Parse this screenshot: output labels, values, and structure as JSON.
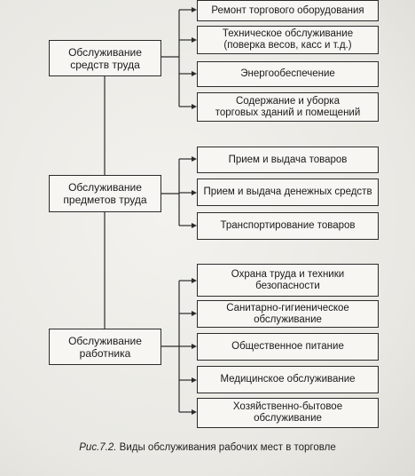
{
  "groups": [
    {
      "title": "Обслуживание\nсредств труда",
      "items": [
        "Ремонт торгового оборудования",
        "Техническое обслуживание\n(поверка весов, касс и т.д.)",
        "Энергообеспечение",
        "Содержание и уборка\nторговых зданий и помещений"
      ]
    },
    {
      "title": "Обслуживание\nпредметов труда",
      "items": [
        "Прием и выдача товаров",
        "Прием и выдача денежных средств",
        "Транспортирование товаров"
      ]
    },
    {
      "title": "Обслуживание\nработника",
      "items": [
        "Охрана труда и техники\nбезопасности",
        "Санитарно-гигиеническое\nобслуживание",
        "Общественное питание",
        "Медицинское обслуживание",
        "Хозяйственно-бытовое\nобслуживание"
      ]
    }
  ],
  "caption": {
    "figure": "Рис.7.2.",
    "text": "Виды обслуживания рабочих мест в торговле"
  }
}
